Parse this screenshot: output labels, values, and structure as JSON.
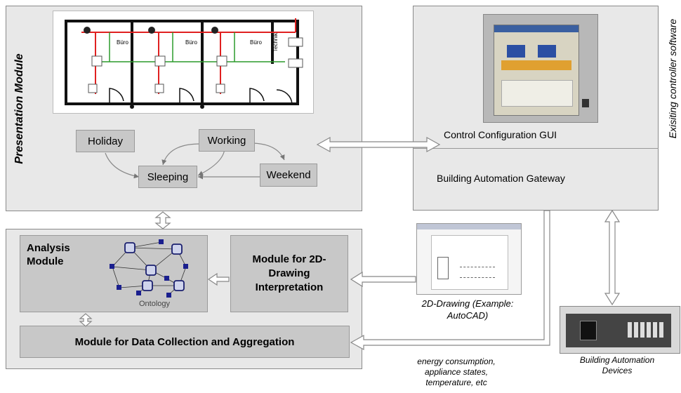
{
  "presentation": {
    "title": "Presentation Module",
    "floorplan": {
      "room_labels": [
        "Büro",
        "Büro",
        "Büro"
      ],
      "technik_label": "Technik"
    },
    "states": {
      "holiday": "Holiday",
      "working": "Working",
      "sleeping": "Sleeping",
      "weekend": "Weekend"
    }
  },
  "gateway": {
    "gui_label": "Control Configuration GUI",
    "gateway_label": "Building Automation Gateway",
    "side_label": "Exisiting controller software"
  },
  "analysis": {
    "analysis_title": "Analysis Module",
    "ontology_label": "Ontology",
    "drawing_module": "Module for 2D-Drawing Interpretation",
    "collection_module": "Module for Data Collection and Aggregation"
  },
  "drawing": {
    "caption": "2D-Drawing (Example: AutoCAD)"
  },
  "devices": {
    "caption": "Building Automation Devices"
  },
  "data_note": "energy consumption, appliance states, temperature, etc"
}
